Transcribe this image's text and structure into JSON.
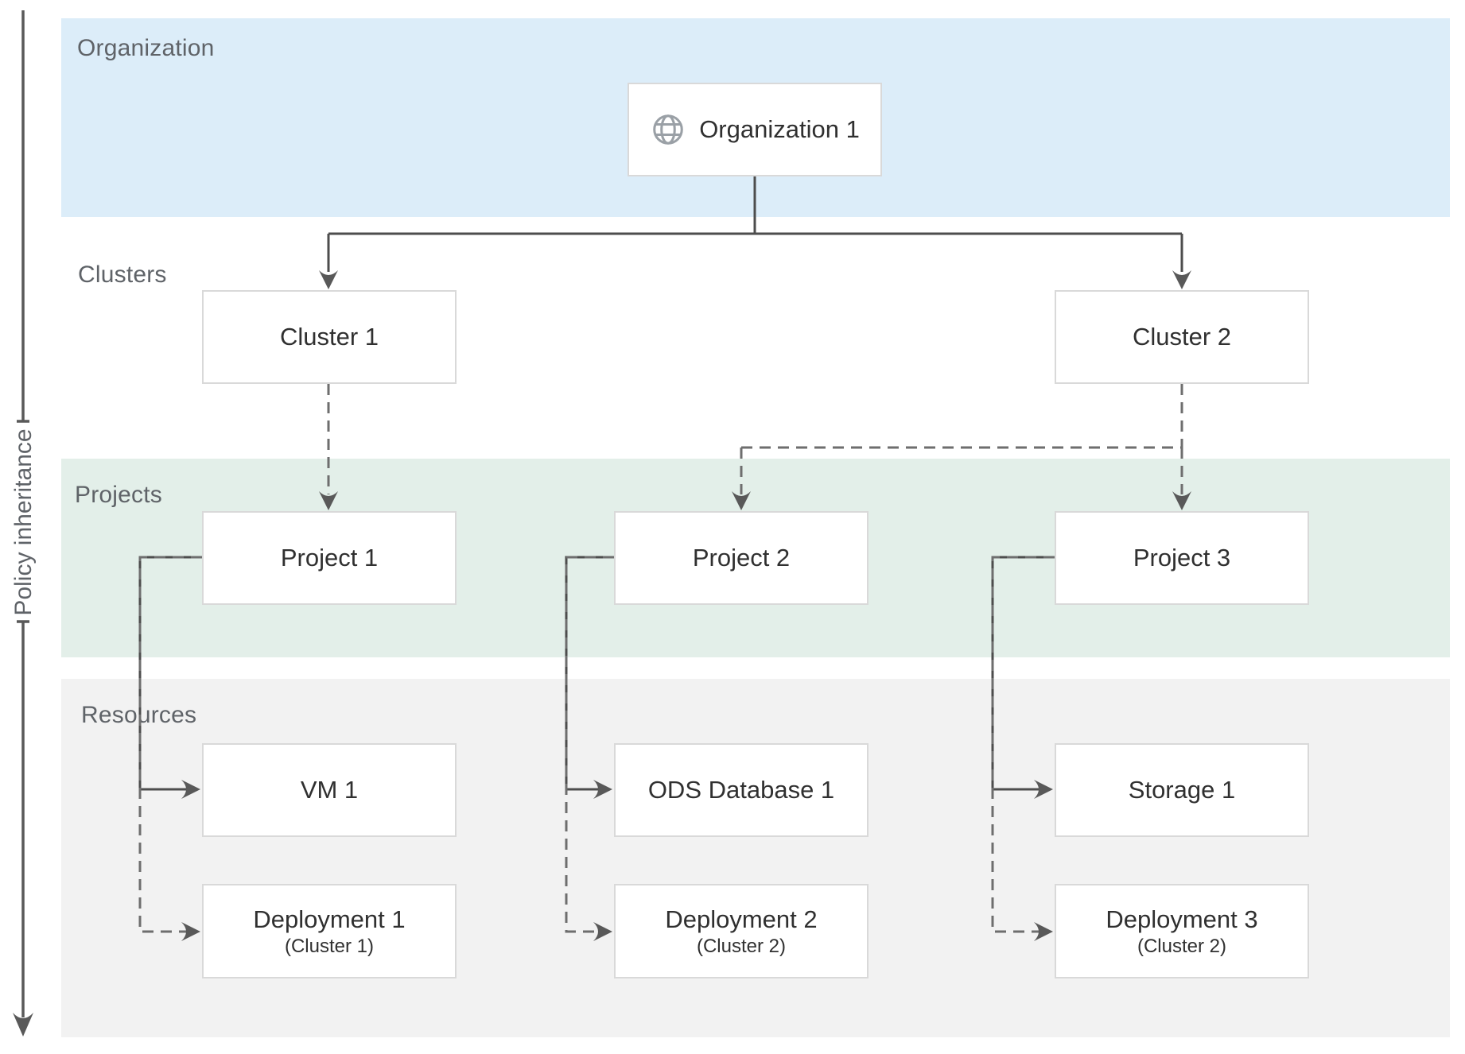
{
  "diagram": {
    "policy_axis": {
      "label": "Policy inheritance"
    },
    "bands": [
      {
        "id": "organization",
        "label": "Organization",
        "color": "#dcedf9"
      },
      {
        "id": "clusters",
        "label": "Clusters",
        "color": "#ffffff"
      },
      {
        "id": "projects",
        "label": "Projects",
        "color": "#e3efe9"
      },
      {
        "id": "resources",
        "label": "Resources",
        "color": "#f2f2f2"
      }
    ],
    "nodes": {
      "organization1": {
        "label": "Organization 1",
        "icon": "globe-icon"
      },
      "cluster1": {
        "label": "Cluster 1"
      },
      "cluster2": {
        "label": "Cluster 2"
      },
      "project1": {
        "label": "Project 1"
      },
      "project2": {
        "label": "Project 2"
      },
      "project3": {
        "label": "Project 3"
      },
      "vm1": {
        "label": "VM 1"
      },
      "ods_database1": {
        "label": "ODS Database 1"
      },
      "storage1": {
        "label": "Storage 1"
      },
      "deployment1": {
        "label": "Deployment 1",
        "sublabel": "(Cluster 1)"
      },
      "deployment2": {
        "label": "Deployment 2",
        "sublabel": "(Cluster 2)"
      },
      "deployment3": {
        "label": "Deployment 3",
        "sublabel": "(Cluster 2)"
      }
    },
    "colors": {
      "solid_line": "#4d4d4d",
      "dashed_line": "#6e6e6e",
      "arrowhead": "#595959",
      "box_border": "#d9d9d9",
      "band_label_text": "#5f6368",
      "node_text": "#303030",
      "globe_icon": "#9aa0a6"
    }
  }
}
